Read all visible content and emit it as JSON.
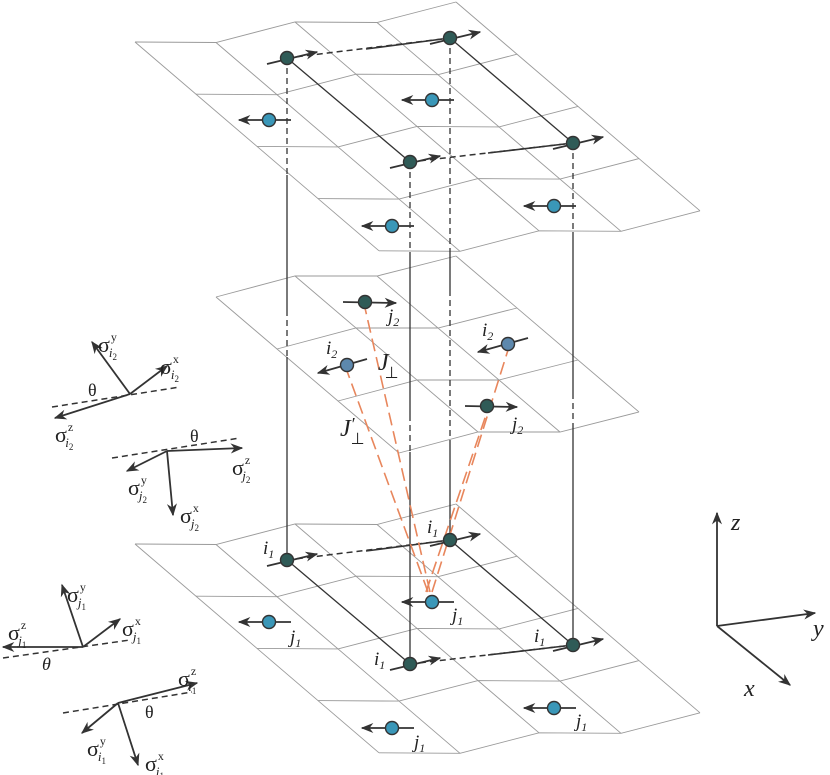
{
  "sites": {
    "i1": {
      "letter": "i",
      "index": "1"
    },
    "j1": {
      "letter": "j",
      "index": "1"
    },
    "i2": {
      "letter": "i",
      "index": "2"
    },
    "j2": {
      "letter": "j",
      "index": "2"
    }
  },
  "couplings": {
    "J_perp": {
      "symbol": "J",
      "mark": "⊥"
    },
    "J_perp_prime": {
      "symbol": "J",
      "prime": "′",
      "mark": "⊥"
    }
  },
  "spin_frames": {
    "sigma": "σ",
    "angle": "θ",
    "components": {
      "x": "x",
      "y": "y",
      "z": "z"
    }
  },
  "axes": {
    "x": "x",
    "y": "y",
    "z": "z"
  },
  "colors": {
    "grid": "#9a9a9a",
    "bond": "#333333",
    "site_dark": "#2f5b57",
    "site_blue": "#3a97b8",
    "site_middle_blue": "#5d88ad",
    "coupling": "#e8865c"
  }
}
